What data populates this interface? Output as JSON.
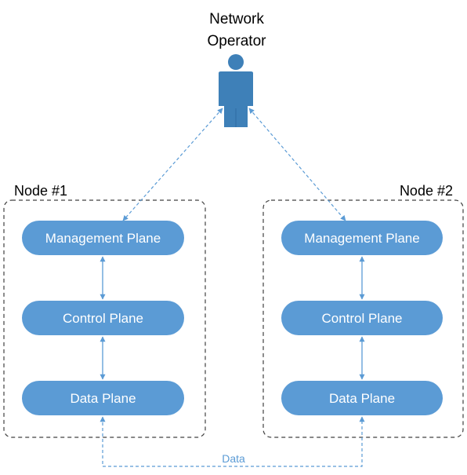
{
  "operator": {
    "line1": "Network",
    "line2": "Operator",
    "icon": "person-icon"
  },
  "nodes": [
    {
      "label": "Node #1",
      "planes": {
        "management": "Management Plane",
        "control": "Control Plane",
        "data": "Data Plane"
      }
    },
    {
      "label": "Node #2",
      "planes": {
        "management": "Management Plane",
        "control": "Control Plane",
        "data": "Data Plane"
      }
    }
  ],
  "data_link_label": "Data",
  "colors": {
    "plane_fill": "#5b9bd5",
    "plane_text": "#ffffff",
    "arrow": "#5b9bd5",
    "person": "#3e80b8",
    "node_border": "#404040",
    "text": "#000000"
  }
}
